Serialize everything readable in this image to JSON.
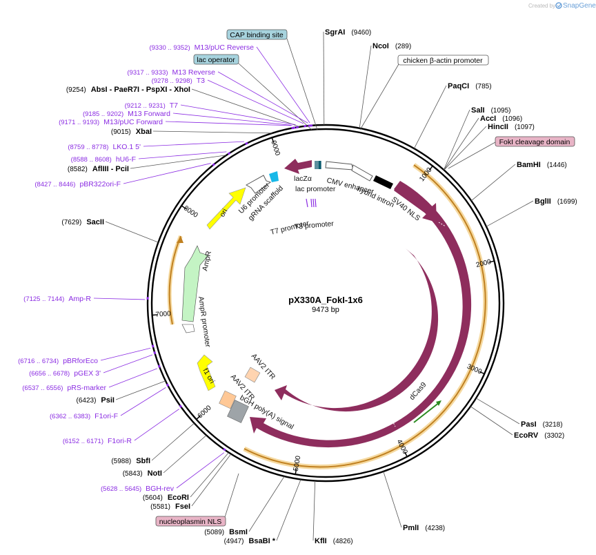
{
  "brand": {
    "created_by": "Created by",
    "name": "SnapGene"
  },
  "plasmid": {
    "name": "pX330A_FokI-1x6",
    "size": "9473 bp",
    "length": 9473
  },
  "ticks": [
    {
      "pos": 1000,
      "label": "1000"
    },
    {
      "pos": 2000,
      "label": "2000"
    },
    {
      "pos": 3000,
      "label": "3000"
    },
    {
      "pos": 4000,
      "label": "4000"
    },
    {
      "pos": 5000,
      "label": "5000"
    },
    {
      "pos": 6000,
      "label": "6000"
    },
    {
      "pos": 7000,
      "label": "7000"
    },
    {
      "pos": 8000,
      "label": "8000"
    },
    {
      "pos": 9000,
      "label": "9000"
    }
  ],
  "enzymes": [
    {
      "name": "SgrAI",
      "pos": "(9460)",
      "bp": 9460
    },
    {
      "name": "NcoI",
      "pos": "(289)",
      "bp": 289
    },
    {
      "name": "PaqCI",
      "pos": "(785)",
      "bp": 785
    },
    {
      "name": "SalI",
      "pos": "(1095)",
      "bp": 1095
    },
    {
      "name": "AccI",
      "pos": "(1096)",
      "bp": 1096
    },
    {
      "name": "HincII",
      "pos": "(1097)",
      "bp": 1097
    },
    {
      "name": "BamHI",
      "pos": "(1446)",
      "bp": 1446
    },
    {
      "name": "BglII",
      "pos": "(1699)",
      "bp": 1699
    },
    {
      "name": "PasI",
      "pos": "(3218)",
      "bp": 3218
    },
    {
      "name": "EcoRV",
      "pos": "(3302)",
      "bp": 3302
    },
    {
      "name": "PmlI",
      "pos": "(4238)",
      "bp": 4238
    },
    {
      "name": "KflI",
      "pos": "(4826)",
      "bp": 4826
    },
    {
      "name": "BsaBI  *",
      "pos": "(4947)",
      "bp": 4947
    },
    {
      "name": "BsmI",
      "pos": "(5089)",
      "bp": 5089
    },
    {
      "name": "FseI",
      "pos": "(5581)",
      "bp": 5581
    },
    {
      "name": "EcoRI",
      "pos": "(5604)",
      "bp": 5604
    },
    {
      "name": "NotI",
      "pos": "(5843)",
      "bp": 5843
    },
    {
      "name": "SbfI",
      "pos": "(5988)",
      "bp": 5988
    },
    {
      "name": "PsiI",
      "pos": "(6423)",
      "bp": 6423
    },
    {
      "name": "SacII",
      "pos": "(7629)",
      "bp": 7629
    },
    {
      "name": "AflIII  - PciI",
      "pos": "(8582)",
      "bp": 8582
    },
    {
      "name": "XbaI",
      "pos": "(9015)",
      "bp": 9015
    },
    {
      "name": "AbsI  - PaeR7I  - PspXI  - XhoI",
      "pos": "(9254)",
      "bp": 9254
    }
  ],
  "primers": [
    {
      "name": "M13/pUC Reverse",
      "range": "(9330 .. 9352)",
      "bp": 9341
    },
    {
      "name": "M13 Reverse",
      "range": "(9317 .. 9333)",
      "bp": 9325
    },
    {
      "name": "T3",
      "range": "(9278 .. 9298)",
      "bp": 9288
    },
    {
      "name": "T7",
      "range": "(9212 .. 9231)",
      "bp": 9221
    },
    {
      "name": "M13 Forward",
      "range": "(9185 .. 9202)",
      "bp": 9193
    },
    {
      "name": "M13/pUC Forward",
      "range": "(9171 .. 9193)",
      "bp": 9182
    },
    {
      "name": "LKO.1 5'",
      "range": "(8759 .. 8778)",
      "bp": 8768
    },
    {
      "name": "hU6-F",
      "range": "(8588 .. 8608)",
      "bp": 8598
    },
    {
      "name": "pBR322ori-F",
      "range": "(8427 .. 8446)",
      "bp": 8436
    },
    {
      "name": "Amp-R",
      "range": "(7125 .. 7144)",
      "bp": 7134
    },
    {
      "name": "pBRforEco",
      "range": "(6716 .. 6734)",
      "bp": 6725
    },
    {
      "name": "pGEX 3'",
      "range": "(6656 .. 6678)",
      "bp": 6667
    },
    {
      "name": "pRS-marker",
      "range": "(6537 .. 6556)",
      "bp": 6546
    },
    {
      "name": "F1ori-F",
      "range": "(6362 .. 6383)",
      "bp": 6372
    },
    {
      "name": "F1ori-R",
      "range": "(6152 .. 6171)",
      "bp": 6161
    },
    {
      "name": "BGH-rev",
      "range": "(5628 .. 5645)",
      "bp": 5636
    }
  ],
  "boxed_features": [
    {
      "name": "CAP binding site",
      "color": "#a7d3de"
    },
    {
      "name": "lac operator",
      "color": "#a7d3de"
    },
    {
      "name": "chicken β-actin promoter",
      "color": "#ffffff"
    },
    {
      "name": "FokI cleavage domain",
      "color": "#e8b4c6"
    },
    {
      "name": "nucleoplasmin NLS",
      "color": "#e8b4c6"
    }
  ],
  "features": [
    {
      "name": "lacZα",
      "color": "#5c8e9e"
    },
    {
      "name": "lac promoter",
      "color": "#ffffff"
    },
    {
      "name": "CMV enhancer",
      "color": "#ffffff"
    },
    {
      "name": "hybrid intron",
      "color": "#ffffff"
    },
    {
      "name": "SV40 NLS",
      "color": "#8e2d5d"
    },
    {
      "name": "Cas9",
      "color": "#8e2d5d"
    },
    {
      "name": "dCas9",
      "color": "#8e2d5d"
    },
    {
      "name": "U6 promoter",
      "color": "#ffffff"
    },
    {
      "name": "gRNA scaffold",
      "color": "#18b8e8"
    },
    {
      "name": "T7 promoter",
      "color": "#ffffff"
    },
    {
      "name": "T3 promoter",
      "color": "#ffffff"
    },
    {
      "name": "ori",
      "color": "#ffff00"
    },
    {
      "name": "AmpR",
      "color": "#c4f4c4"
    },
    {
      "name": "AmpR promoter",
      "color": "#ffffff"
    },
    {
      "name": "f1 ori",
      "color": "#ffff00"
    },
    {
      "name": "AAV2 ITR",
      "color": "#ffd4b0"
    },
    {
      "name": "AAV2 ITR",
      "color": "#ffc896"
    },
    {
      "name": "bGH poly(A) signal",
      "color": "#9ea4a8"
    }
  ],
  "colors": {
    "enzyme_line": "#555555",
    "primer": "#8a2be2",
    "backbone": "#000000",
    "orf": "#f0b040",
    "cas9": "#8e2d5d"
  }
}
